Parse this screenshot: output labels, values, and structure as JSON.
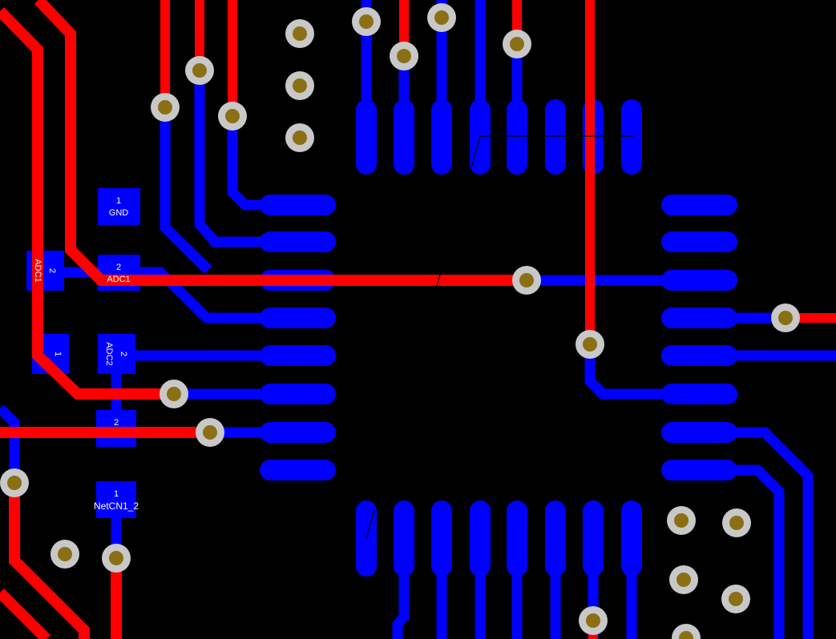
{
  "colors": {
    "background": "#000000",
    "top_copper": "#ff0000",
    "bottom_copper": "#0000ff",
    "via_ring": "#c8c8c8",
    "via_hole": "#8b6f14",
    "pad_label": "#ffffff",
    "silkscreen": "#000000"
  },
  "pads": {
    "gnd": {
      "number": "1",
      "net": "GND"
    },
    "adc1_top": {
      "number": "2",
      "net": "ADC1"
    },
    "adc1_left": {
      "number": "2",
      "net": "ADC1"
    },
    "adc2_left": {
      "number": "1",
      "net": ""
    },
    "adc2_right": {
      "number": "2",
      "net": "ADC2"
    },
    "mid": {
      "number": "2",
      "net": ""
    },
    "netcn": {
      "number": "1",
      "net": "NetCN1_2"
    }
  }
}
